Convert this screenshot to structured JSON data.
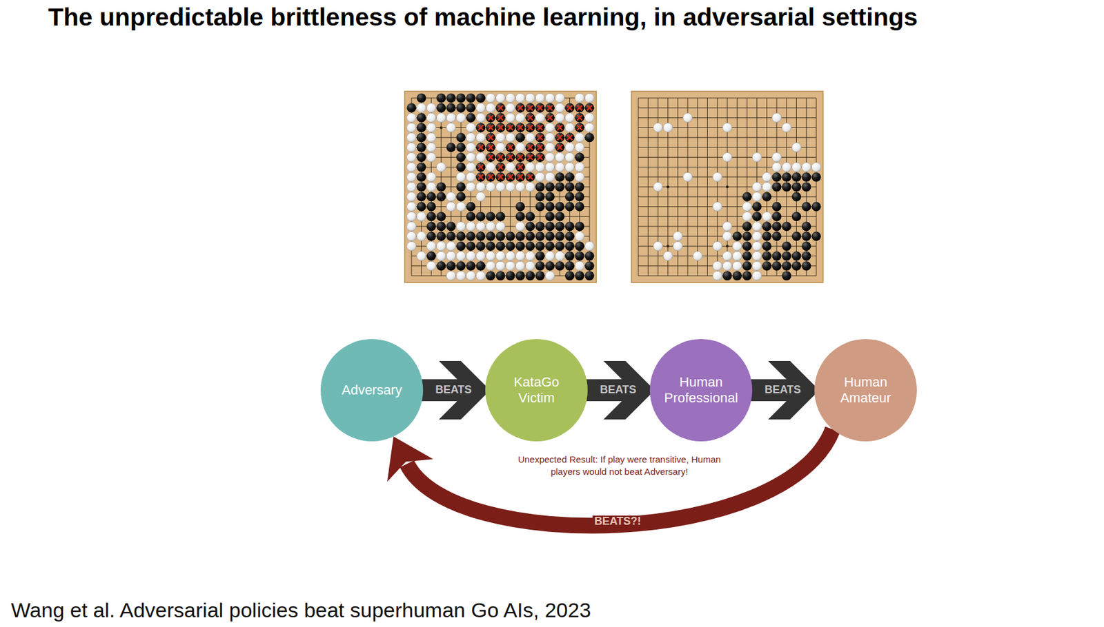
{
  "diagram": {
    "title": "The unpredictable brittleness of machine learning, in adversarial settings",
    "caption": "Wang et al. Adversarial policies beat superhuman Go AIs, 2023",
    "nodes": [
      {
        "text": [
          "Adversary"
        ]
      },
      {
        "text": [
          "KataGo Victim"
        ]
      },
      {
        "text": [
          "Human Professional"
        ]
      },
      {
        "text": [
          "Human Amateur"
        ]
      }
    ],
    "edges": [
      {
        "from": 0,
        "to": 1,
        "arrow": "to",
        "label": "BEATS"
      },
      {
        "from": 1,
        "to": 2,
        "arrow": "to",
        "label": "BEATS"
      },
      {
        "from": 2,
        "to": 3,
        "arrow": "to",
        "label": "BEATS"
      },
      {
        "from": 3,
        "to": 0,
        "arrow": "to",
        "label": "BEATS?!"
      }
    ],
    "labels": [
      "Unexpected Result: If play were transitive, Human players would not beat Adversary!"
    ]
  }
}
